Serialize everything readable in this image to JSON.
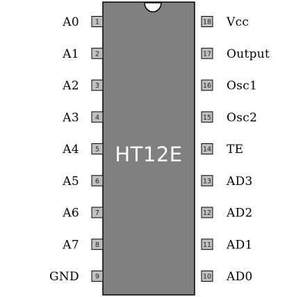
{
  "chip": {
    "name": "HT12E",
    "body_color": "#808080",
    "pin_color": "#c0c0c0"
  },
  "left_pins": [
    {
      "number": "1",
      "label": "A0"
    },
    {
      "number": "2",
      "label": "A1"
    },
    {
      "number": "3",
      "label": "A2"
    },
    {
      "number": "4",
      "label": "A3"
    },
    {
      "number": "5",
      "label": "A4"
    },
    {
      "number": "6",
      "label": "A5"
    },
    {
      "number": "7",
      "label": "A6"
    },
    {
      "number": "8",
      "label": "A7"
    },
    {
      "number": "9",
      "label": "GND"
    }
  ],
  "right_pins": [
    {
      "number": "18",
      "label": "Vcc"
    },
    {
      "number": "17",
      "label": "Output"
    },
    {
      "number": "16",
      "label": "Osc1"
    },
    {
      "number": "15",
      "label": "Osc2"
    },
    {
      "number": "14",
      "label": "TE"
    },
    {
      "number": "13",
      "label": "AD3"
    },
    {
      "number": "12",
      "label": "AD2"
    },
    {
      "number": "11",
      "label": "AD1"
    },
    {
      "number": "10",
      "label": "AD0"
    }
  ]
}
